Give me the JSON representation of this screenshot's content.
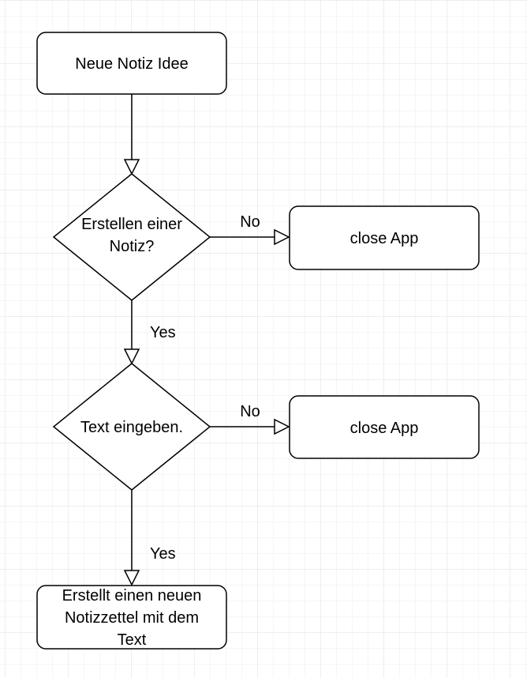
{
  "diagram": {
    "nodes": [
      {
        "id": "start",
        "shape": "rounded-rect",
        "lines": [
          "Neue Notiz Idee"
        ]
      },
      {
        "id": "decision1",
        "shape": "diamond",
        "lines": [
          "Erstellen einer",
          "Notiz?"
        ]
      },
      {
        "id": "close1",
        "shape": "rounded-rect",
        "lines": [
          "close App"
        ]
      },
      {
        "id": "decision2",
        "shape": "diamond",
        "lines": [
          "Text eingeben."
        ]
      },
      {
        "id": "close2",
        "shape": "rounded-rect",
        "lines": [
          "close App"
        ]
      },
      {
        "id": "end",
        "shape": "rounded-rect",
        "lines": [
          "Erstellt einen neuen",
          "Notizzettel mit dem",
          "Text"
        ]
      }
    ],
    "edges": [
      {
        "from": "start",
        "to": "decision1",
        "label": ""
      },
      {
        "from": "decision1",
        "to": "close1",
        "label": "No"
      },
      {
        "from": "decision1",
        "to": "decision2",
        "label": "Yes"
      },
      {
        "from": "decision2",
        "to": "close2",
        "label": "No"
      },
      {
        "from": "decision2",
        "to": "end",
        "label": "Yes"
      }
    ]
  },
  "colors": {
    "stroke": "#000000",
    "fill": "#ffffff",
    "grid": "#e6e6e6"
  }
}
